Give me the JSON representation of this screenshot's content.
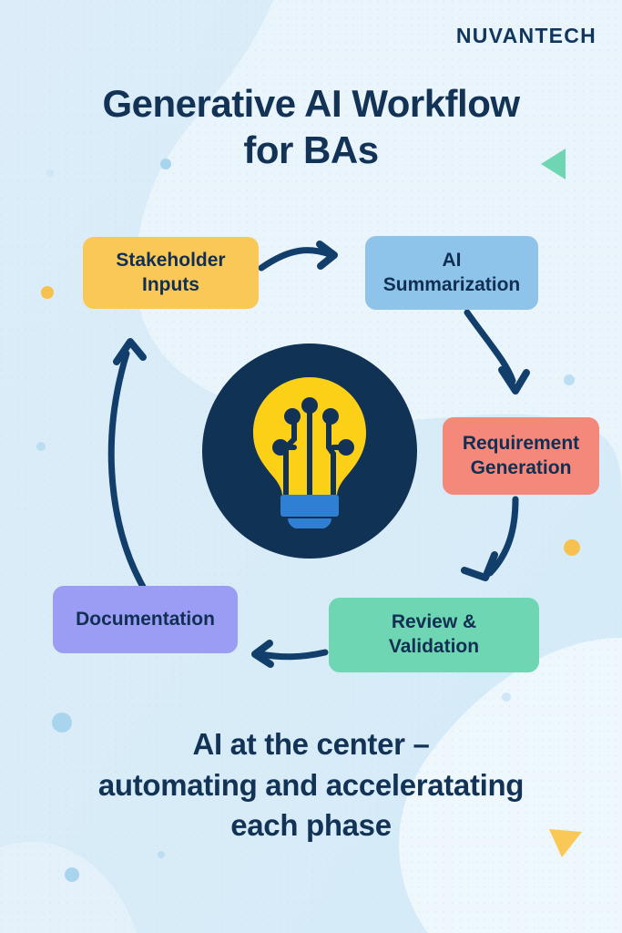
{
  "brand": {
    "name": "NUVANTECH"
  },
  "header": {
    "title_line1": "Generative AI Workflow",
    "title_line2": "for BAs"
  },
  "caption": {
    "line1": "AI at the center –",
    "line2": "automating and acceleratating",
    "line3": "each phase"
  },
  "center": {
    "icon": "lightbulb-circuit-icon",
    "circle_color": "#103255",
    "bulb_color": "#fdd018",
    "base_color": "#2f7fd4",
    "circuit_color": "#123256"
  },
  "workflow": {
    "nodes": [
      {
        "id": "stakeholder",
        "label_line1": "Stakeholder",
        "label_line2": "Inputs",
        "color": "#f9c856"
      },
      {
        "id": "summarization",
        "label_line1": "AI",
        "label_line2": "Summarization",
        "color": "#8fc4ea"
      },
      {
        "id": "requirement",
        "label_line1": "Requirement",
        "label_line2": "Generation",
        "color": "#f4887b"
      },
      {
        "id": "review",
        "label_line1": "Review &",
        "label_line2": "Validation",
        "color": "#6fd6b4"
      },
      {
        "id": "documentation",
        "label_line1": "Documentation",
        "label_line2": "",
        "color": "#9b9cf4"
      }
    ],
    "arrows": [
      {
        "id": "stakeholder-to-summarization",
        "direction": "right"
      },
      {
        "id": "summarization-to-requirement",
        "direction": "down-right"
      },
      {
        "id": "requirement-to-review",
        "direction": "down-left"
      },
      {
        "id": "review-to-documentation",
        "direction": "left"
      },
      {
        "id": "documentation-to-stakeholder",
        "direction": "up"
      }
    ],
    "arrow_color": "#123e6b"
  },
  "decor": {
    "background_color": "#dbedf8",
    "blob_color": "#eaf4fb",
    "teal_triangle_color": "#6fd6b4",
    "yellow_triangle_color": "#f9c856",
    "dot_blue": "#a9d4ee",
    "dot_yellow": "#f7c150"
  }
}
